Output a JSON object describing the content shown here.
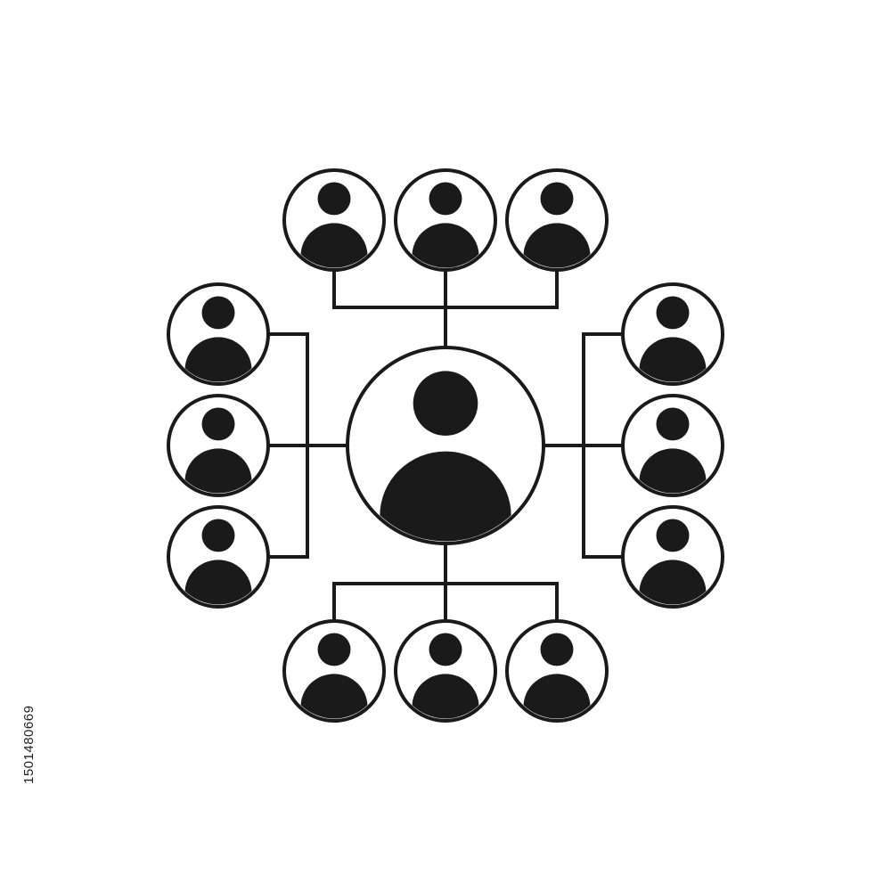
{
  "diagram": {
    "type": "network-hub",
    "hub": {
      "icon": "person-icon"
    },
    "groups": [
      {
        "side": "top",
        "members": 3,
        "icon": "person-icon"
      },
      {
        "side": "left",
        "members": 3,
        "icon": "person-icon"
      },
      {
        "side": "right",
        "members": 3,
        "icon": "person-icon"
      },
      {
        "side": "bottom",
        "members": 3,
        "icon": "person-icon"
      }
    ]
  },
  "colors": {
    "stroke": "#1a1a1a",
    "fill": "#1a1a1a",
    "background": "#ffffff"
  },
  "watermark": {
    "stock_id": "1501480669"
  }
}
